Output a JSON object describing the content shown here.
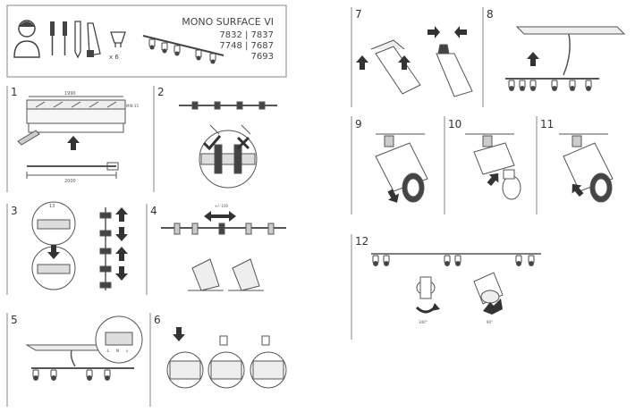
{
  "header": {
    "product_name": "MONO SURFACE VI",
    "codes_line1": "7832 | 7837",
    "codes_line2": "7748 | 7687",
    "codes_line3": "7693",
    "bulb_count": "x 6"
  },
  "steps": {
    "s1": {
      "number": "1",
      "dim_top": "1990",
      "dim_bottom": "2000",
      "dim_side": "MIN 35"
    },
    "s2": {
      "number": "2"
    },
    "s3": {
      "number": "3",
      "dim_label": "13"
    },
    "s4": {
      "number": "4",
      "dim_label": "+/- 100"
    },
    "s5": {
      "number": "5",
      "terminal_labels": [
        "L",
        "N",
        "⏚"
      ]
    },
    "s6": {
      "number": "6"
    },
    "s7": {
      "number": "7"
    },
    "s8": {
      "number": "8"
    },
    "s9": {
      "number": "9"
    },
    "s10": {
      "number": "10"
    },
    "s11": {
      "number": "11"
    },
    "s12": {
      "number": "12",
      "rot1": "340°",
      "rot2": "90°"
    }
  },
  "colors": {
    "line": "#555555",
    "frame": "#999999",
    "arrow": "#333333",
    "accent": "#444444"
  }
}
